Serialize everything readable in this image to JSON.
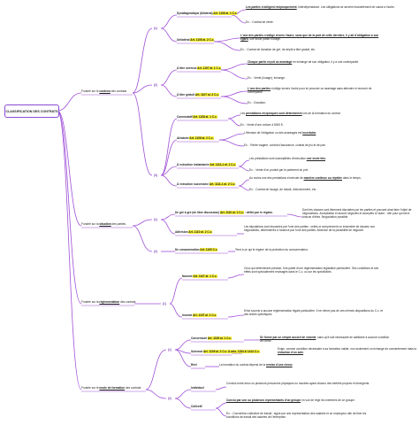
{
  "root": "CLASSIFICATION DES CONTRATS",
  "l1": {
    "contenu": [
      "Fondée sur le ",
      "contenu",
      " des contrats"
    ],
    "situation": [
      "Fondée sur la ",
      "situation",
      " des parties"
    ],
    "reglementation": [
      "Fondée sur la ",
      "réglementation",
      " des contrats"
    ],
    "formation": [
      "Fondée sur le ",
      "mode de formation",
      " des contrats"
    ]
  },
  "markers": {
    "c1": "(1)",
    "c2": "(2)",
    "c3": "(3)",
    "s1": "(1)",
    "s2": "(2)",
    "r1": "(1)",
    "f1": "(1)",
    "f2": "(2)"
  },
  "contenu": {
    "syn": {
      "label": "Synallagmatique (bilatéral) ",
      "art": "Art. 1106 al. 1 C.c.",
      "def1": "Les parties s'obligent réciproquement",
      "def2": ", interdépendance. Les obligations se servent mutuellement de cause à l'autre.",
      "ex": "Ex. : Contrat de vente."
    },
    "uni": {
      "label": "Unilatéral ",
      "art": "Art. 1106 al. 2 C.c.",
      "def1": "L'une des parties s'oblige envers l'autre, sans que de la part de cette dernière, il y ait d'obligation à son égard",
      "def2": ", une seule partie s'oblige.",
      "ex": "Ex. : Contrat de donation de gré, de dépôt à titre gratuit, etc."
    },
    "one": {
      "label": "À titre onéreux ",
      "art": "Art. 1107 al. 1 C.c.",
      "def1": "Chaque partie reçoit un avantage",
      "def2": " en échange de son obligation, il y a une contrepartie.",
      "ex": "Ex. : Vente (louage), échange."
    },
    "gra": {
      "label": "À titre gratuit ",
      "art": "Art. 1107 al. 2 C.c.",
      "def1": "L'une des parties",
      "def2": " s'oblige envers l'autre pour lui procurer un avantage sans attendre ni recevoir de contrepartie.",
      "ex": "Ex. : Donation."
    },
    "com": {
      "label": "Commutatif ",
      "art": "Art. 1108 al. 1 C.c.",
      "def1": "Les ",
      "def1u": "prestations réciproques sont déterminées",
      "def2": " lors de la formation du contrat.",
      "ex": "Ex. : Vente d'une voiture à 5000 €."
    },
    "ale": {
      "label": "Aléatoire ",
      "art": "Art. 1108 al. 2 C.c.",
      "def1": "L'étendue de l'obligation ou des avantages est ",
      "def1u": "incertaine",
      "def2": ".",
      "ex": "Ex. : Rente viagère, contrat d'assurance, contrat de jeu et de pari."
    },
    "ins": {
      "label": "À exécution instantanée ",
      "art": "Art. 1111-1 al. 1 C.c.",
      "def1": "Les prestations sont susceptibles d'exécution ",
      "def1u": "une seule fois",
      "def2": ".",
      "ex": "Ex. : Vente d'un produit par le paiement du prix."
    },
    "suc": {
      "label": "À exécution successive ",
      "art": "Art. 1111-1 al. 2 C.c.",
      "def1": "Au moins une des prestations s'exécute de ",
      "def1u": "manière continue ou répétée",
      "def2": " dans le temps.",
      "ex": "Ex. : Contrat de louage, de travail, d'abonnement, etc."
    }
  },
  "situation": {
    "gre": {
      "label": "De gré à gré (de libre discussion) ",
      "art": "Art. 1110 al. 1 C.c.",
      "tail": " : défini par le régime.",
      "note": "Dont les clauses sont librement discutées par les parties et pouvant ainsi faire l'objet de négociations. Acceptation et accord négociés et acceptés à l'autre : rôle pour qui fait à chacun d'elles. Négociation possible."
    },
    "adh": {
      "label": "Adhésion ",
      "art": "Art. 1110 al. 2 C.c.",
      "note": "Les stipulations sont imposées par l'une des parties : celles-ci comprennent un ensemble de clauses non négociables, déterminées à l'avance par l'une des parties. Absence de la possibilité de négocier."
    },
    "con": {
      "label": "De consommation ",
      "art": "Art. 1109 C.c.",
      "note": "Tend à ce qui le régime de la protection du consommateur."
    }
  },
  "reglementation": {
    "nom": {
      "label": "Nommé ",
      "art": "Art. 1107 al. 1 C.c.",
      "note": "Ceux qui déterminent préciser, font partie d'une réglementation législative particulière. Ses conditions et ses effets sont spécialement envisagés dans le C.c. ou sur les spécificités."
    },
    "inn": {
      "label": "Innomé ",
      "art": "Art. 1107 al. 1 C.c.",
      "note": "N'est soumis à aucune réglementation légale particulière. Il ne relève pas de ces mêmes dispositions du C.c. et des textes spécifiques."
    }
  },
  "formation": {
    "con": {
      "label": "Consensuel ",
      "art": "Art. 1109 al. 1 C.c.",
      "note1": "Se forme par un simple accord de volonté",
      "note2": ", sans qu'il soit nécessaire de satisfaire à aucune condition de forme."
    },
    "sol": {
      "label": "Solennel ",
      "art": "Art. 1109 al. 2 C.c. & arts. 1154 & 1414 C.c.",
      "note1": "Exige, comme condition nécessaire à sa formation valide, non seulement un échange de consentement mais la ",
      "note1u": "rédaction d'un acte",
      "note2": "."
    },
    "ree": {
      "label": "Réel",
      "note1": "La formation du contrat dépend de la ",
      "note1u": "remise d'une chose",
      "note2": "."
    },
    "ind": {
      "label": "Individuel",
      "note": "Conclus entre deux ou plusieurs personnes physiques ou morales ayant chacun des intérêts propres et divergents."
    },
    "col": {
      "label": "Collectif",
      "note1": "Conclu par une ou plusieurs représentants d'un groupe",
      "note2": " en vue de régir les membres de ce groupe.",
      "ex": "Ex. : Convention collective de travail : signé par une représentation des salariés et un employeur afin de fixer les conditions de travail des salariés de l'entreprise."
    }
  },
  "colors": {
    "line": "#a050d8",
    "highlight": "#f6ef3a",
    "link": "#7a3fb0"
  }
}
